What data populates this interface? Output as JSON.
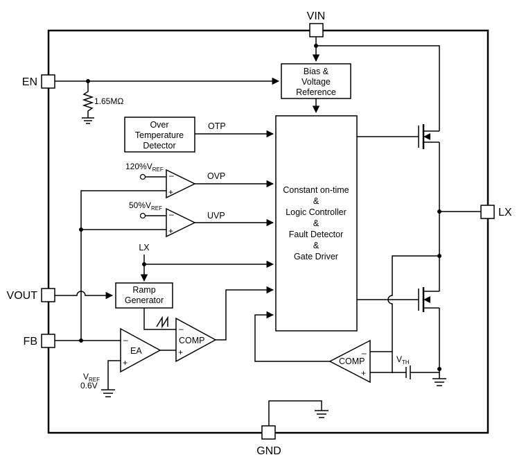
{
  "pins": {
    "vin": "VIN",
    "en": "EN",
    "vout": "VOUT",
    "fb": "FB",
    "lx": "LX",
    "gnd": "GND"
  },
  "blocks": {
    "bias": [
      "Bias &",
      "Voltage",
      "Reference"
    ],
    "otp_detector": [
      "Over",
      "Temperature",
      "Detector"
    ],
    "controller": [
      "Constant on-time",
      "&",
      "Logic Controller",
      "&",
      "Fault Detector",
      "&",
      "Gate Driver"
    ],
    "ramp": [
      "Ramp",
      "Generator"
    ]
  },
  "amps": {
    "ea": "EA",
    "comp_pwm": "COMP",
    "comp_zc": "COMP"
  },
  "signals": {
    "otp": "OTP",
    "ovp": "OVP",
    "uvp": "UVP",
    "lx_sense": "LX"
  },
  "references": {
    "ovp_ref": "120%V",
    "ovp_ref_sub": "REF",
    "uvp_ref": "50%V",
    "uvp_ref_sub": "REF",
    "ea_ref": "V",
    "ea_ref_sub": "REF",
    "ea_ref_value": "0.6V",
    "vth": "V",
    "vth_sub": "TH"
  },
  "components": {
    "en_resistor": "1.65MΩ"
  },
  "signs": {
    "minus": "–",
    "plus": "+"
  }
}
